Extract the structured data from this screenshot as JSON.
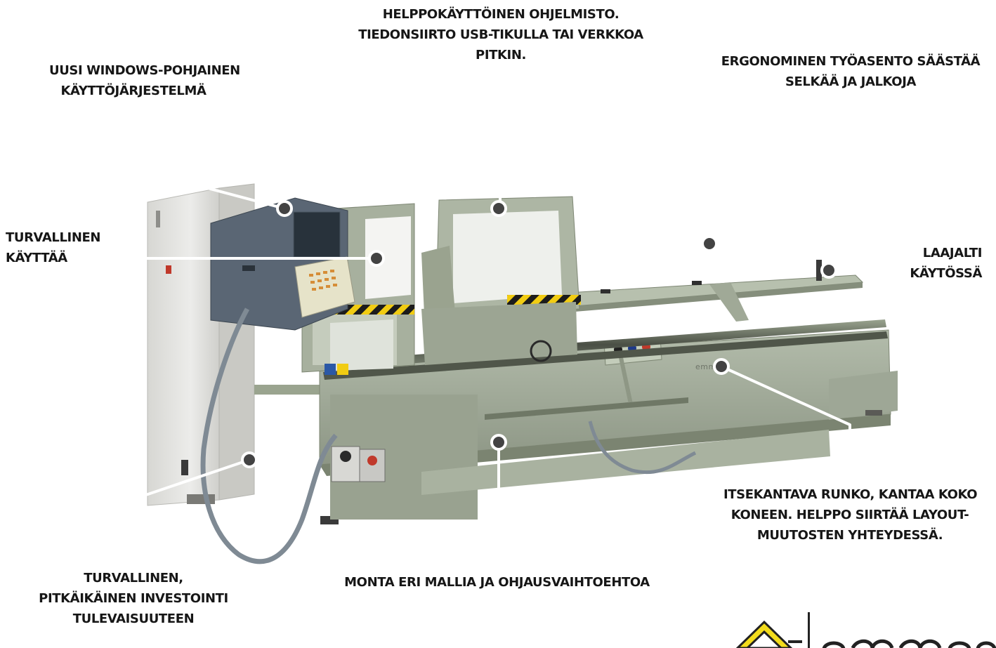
{
  "callouts": {
    "windows": [
      "UUSI WINDOWS-POHJAINEN",
      "KÄYTTÖJÄRJESTELMÄ"
    ],
    "software": [
      "HELPPOKÄYTTÖINEN OHJELMISTO.",
      "TIEDONSIIRTO USB-TIKULLA TAI VERKKOA",
      "PITKIN."
    ],
    "ergonomic": [
      "ERGONOMINEN TYÖASENTO SÄÄSTÄÄ",
      "SELKÄÄ JA JALKOJA"
    ],
    "safe_use": [
      "TURVALLINEN",
      "KÄYTTÄÄ"
    ],
    "widely_used": [
      "LAAJALTI",
      "KÄYTÖSSÄ"
    ],
    "investment": [
      "TURVALLINEN,",
      "PITKÄIKÄINEN INVESTOINTI",
      "TULEVAISUUTEEN"
    ],
    "models": [
      "MONTA ERI MALLIA JA OHJAUSVAIHTOEHTOA"
    ],
    "frame": [
      "ITSEKANTAVA RUNKO, KANTAA KOKO",
      "KONEEN. HELPPO SIIRTÄÄ LAYOUT-",
      "MUUTOSTEN YHTEYDESSÄ."
    ]
  },
  "machine_brand": "emmegi",
  "colors": {
    "callout_line": "#ffffff",
    "text": "#161616",
    "machine_green": "#a5ae9d",
    "logo_yellow": "#f3dc1c"
  }
}
